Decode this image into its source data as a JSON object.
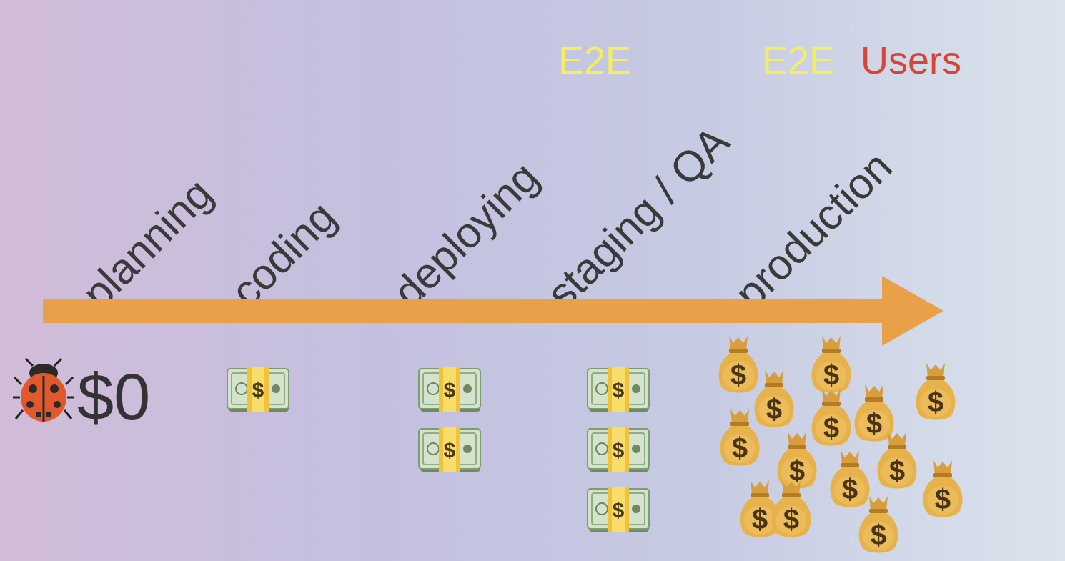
{
  "phases": [
    "planning",
    "coding",
    "deploying",
    "staging / QA",
    "production"
  ],
  "tags": {
    "e2e_staging": "E2E",
    "e2e_production": "E2E",
    "users": "Users"
  },
  "cost": {
    "planning": "$0"
  },
  "counts": {
    "coding": 1,
    "deploying": 2,
    "staging": 3,
    "production": 14
  },
  "icons": {
    "bug": "ladybug-icon",
    "cash": "banknote-stack-icon",
    "bag": "money-bag-icon"
  },
  "colors": {
    "arrow": "#e8a049",
    "e2e": "#f4ef5c",
    "users": "#d64535",
    "text": "#3a3a3a"
  }
}
